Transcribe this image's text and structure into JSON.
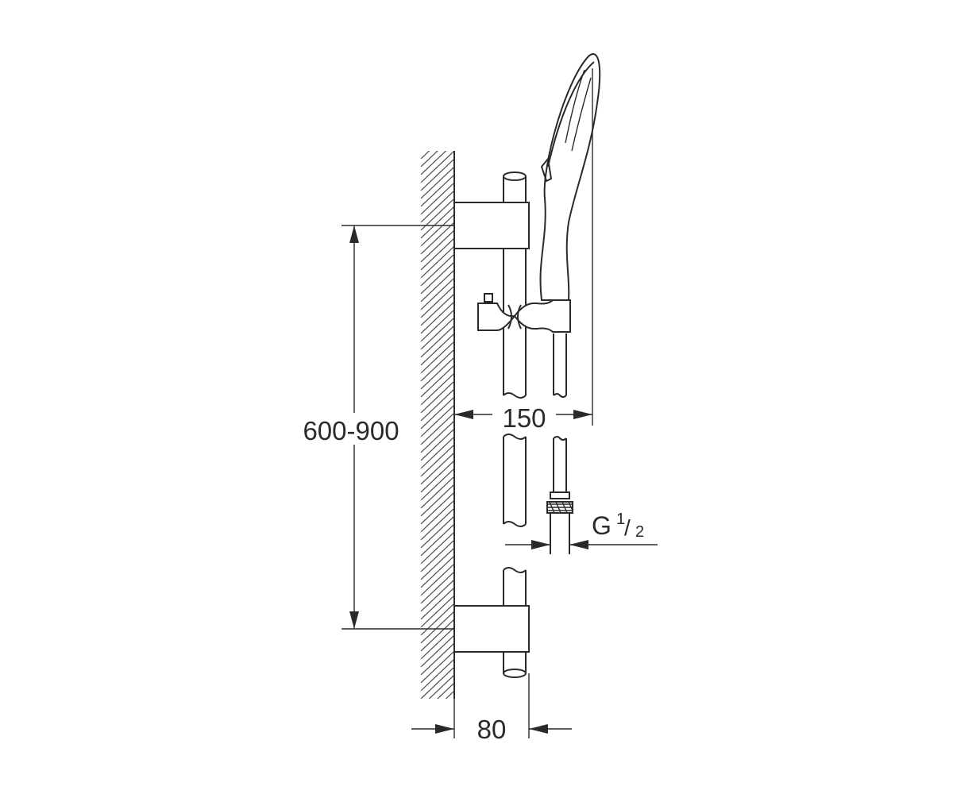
{
  "dimensions": {
    "height_range": "600-900",
    "projection": "150",
    "wall_distance": "80",
    "thread": {
      "main": "G",
      "fraction_num": "1",
      "fraction_sep": "/",
      "fraction_den": "2"
    }
  }
}
